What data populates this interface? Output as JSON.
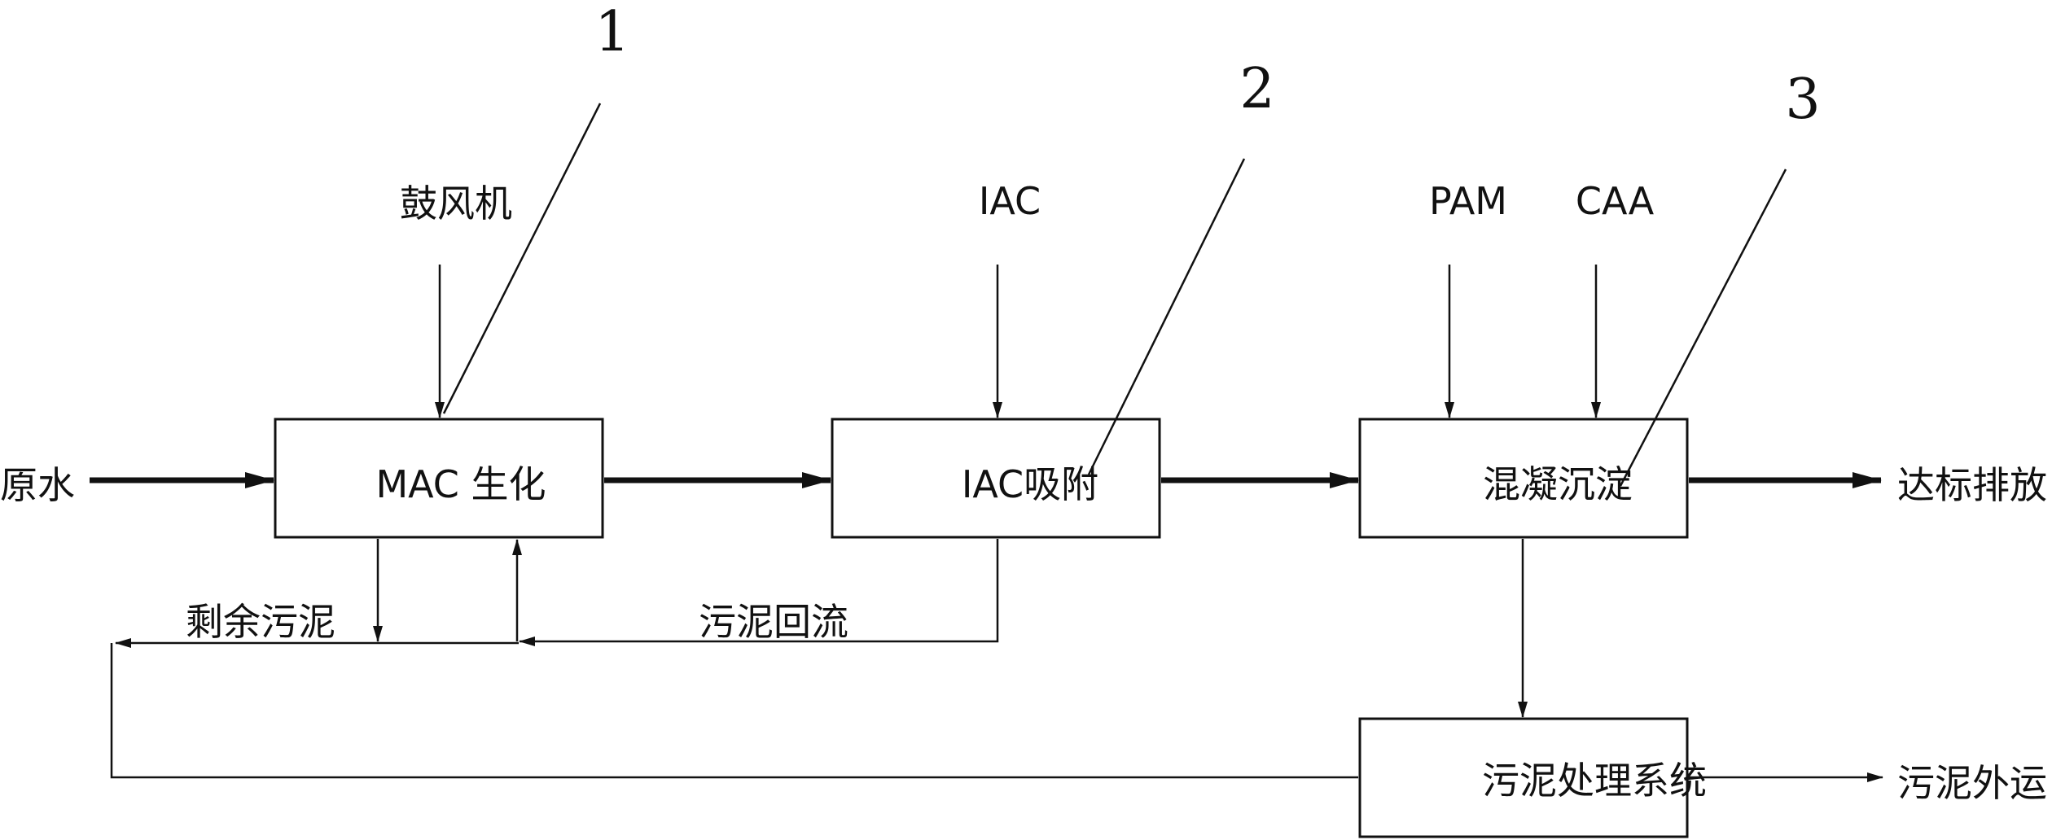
{
  "process": {
    "mac_bio": "MAC 生化",
    "iac_adsorption": "IAC吸附",
    "coag_settling": "混凝沉淀",
    "sludge_treatment": "污泥处理系统"
  },
  "inputs": {
    "raw_water": "原水",
    "blower": "鼓风机",
    "iac": "IAC",
    "pam": "PAM",
    "caa": "CAA"
  },
  "outputs": {
    "discharge": "达标排放",
    "sludge_out": "污泥外运"
  },
  "flows": {
    "excess_sludge": "剩余污泥",
    "sludge_return": "污泥回流"
  },
  "callouts": [
    "1",
    "2",
    "3"
  ]
}
